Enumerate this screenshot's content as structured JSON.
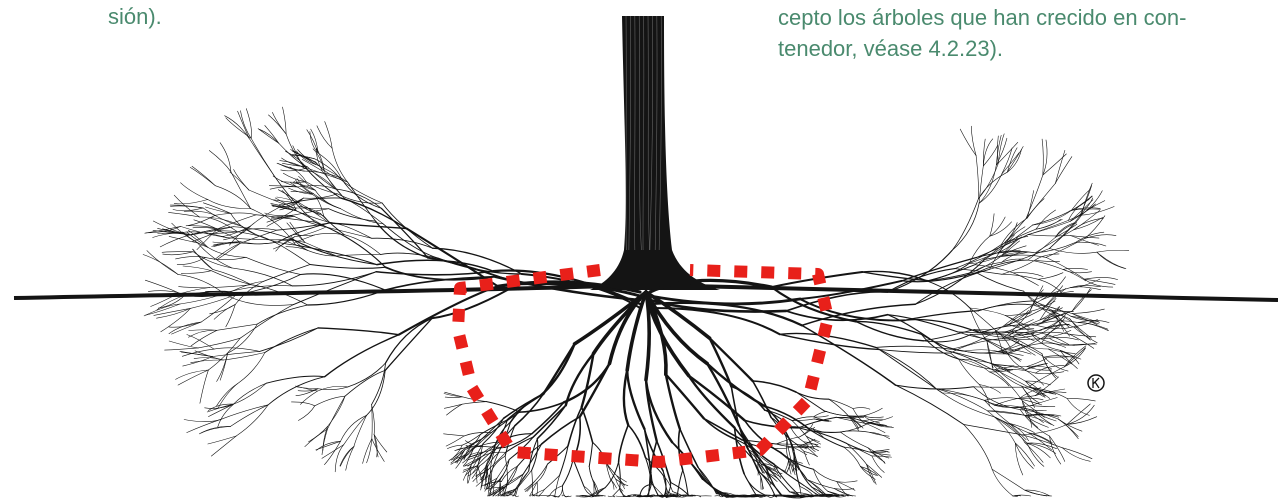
{
  "text_left": {
    "lines": [
      "sión)."
    ]
  },
  "text_right": {
    "lines": [
      "cepto los árboles que han crecido en con-",
      "tenedor, véase 4.2.23)."
    ]
  },
  "colors": {
    "text": "#4a8a6e",
    "ink": "#141414",
    "boundary": "#e8201a"
  }
}
